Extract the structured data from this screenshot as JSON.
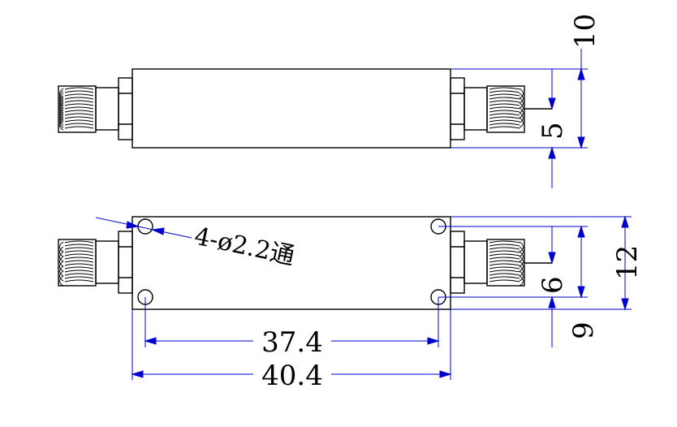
{
  "drawing": {
    "colors": {
      "outline": "#000000",
      "dimension": "#0000cc",
      "background": "#ffffff"
    },
    "top_view": {
      "height_label": "10",
      "connector_offset_label": "5"
    },
    "bottom_view": {
      "hole_note": "4-ø2.2通",
      "hole_pitch_label": "37.4",
      "body_length_label": "40.4",
      "height_label": "12",
      "hole_spacing_label": "9",
      "connector_offset_label": "6"
    }
  }
}
